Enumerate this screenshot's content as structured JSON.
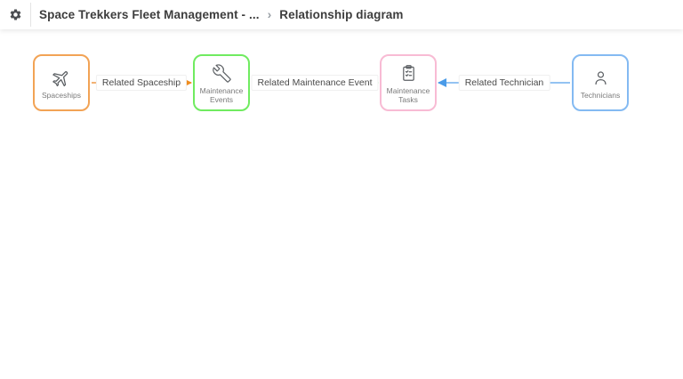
{
  "header": {
    "app_title": "Space Trekkers Fleet Management - ...",
    "breadcrumb_separator": "›",
    "page_title": "Relationship diagram"
  },
  "colors": {
    "node_spaceships_border": "#F2A355",
    "node_maintenance_events_border": "#70EB60",
    "node_maintenance_tasks_border": "#F8BBD4",
    "node_technicians_border": "#84BAF2",
    "edge_spaceship_line": "#F2B275",
    "edge_spaceship_arrow": "#EF8D1F",
    "edge_maintenance_event_line": "#8FE87F",
    "edge_maintenance_event_arrow": "#27D427",
    "edge_technician_line": "#94C3F2",
    "edge_technician_arrow": "#4A9BE8",
    "icon_gray": "#5b5f63"
  },
  "diagram": {
    "nodes": [
      {
        "label": "Spaceships",
        "icon": "airplane-icon"
      },
      {
        "label": "Maintenance Events",
        "icon": "wrench-icon"
      },
      {
        "label": "Maintenance Tasks",
        "icon": "clipboard-checklist-icon"
      },
      {
        "label": "Technicians",
        "icon": "person-icon"
      }
    ],
    "edges": [
      {
        "label": "Related Spaceship",
        "from": "Spaceships",
        "to": "Maintenance Events",
        "direction": "right"
      },
      {
        "label": "Related Maintenance Event",
        "from": "Maintenance Events",
        "to": "Maintenance Tasks",
        "direction": "right"
      },
      {
        "label": "Related Technician",
        "from": "Technicians",
        "to": "Maintenance Tasks",
        "direction": "left"
      }
    ]
  }
}
